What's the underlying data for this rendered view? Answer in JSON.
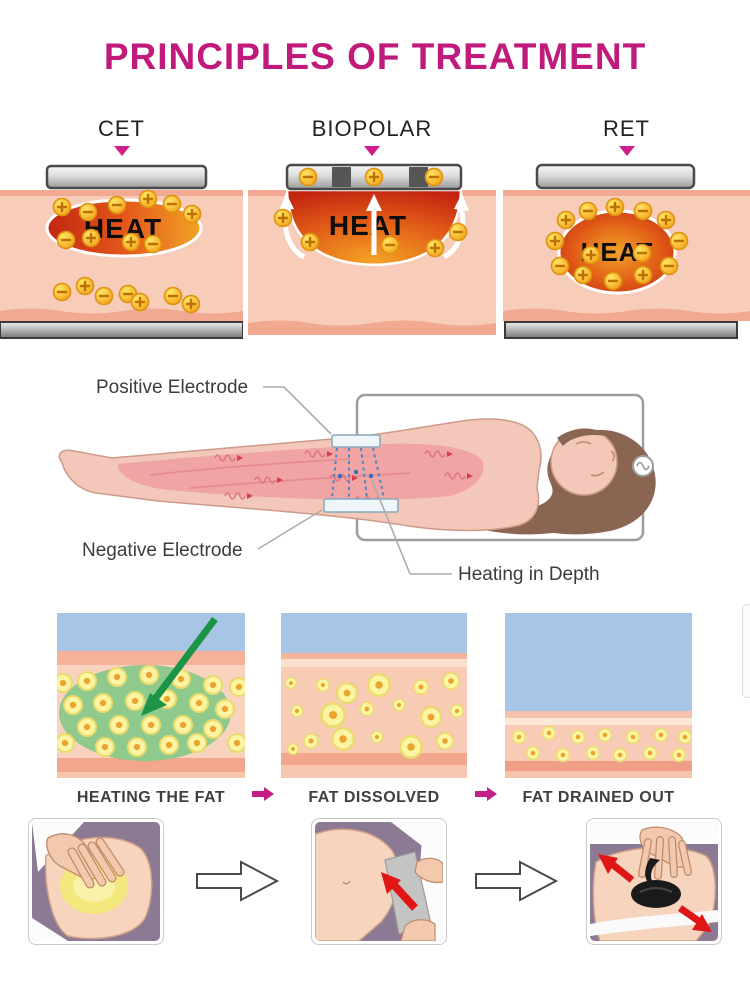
{
  "title": "PRINCIPLES OF TREATMENT",
  "treatment_modes": [
    {
      "label": "CET",
      "heat_label": "HEAT"
    },
    {
      "label": "BIOPOLAR",
      "heat_label": "HEAT"
    },
    {
      "label": "RET",
      "heat_label": "HEAT"
    }
  ],
  "body_diagram": {
    "positive_label": "Positive Electrode",
    "negative_label": "Negative Electrode",
    "heating_label": "Heating in Depth"
  },
  "fat_stages": [
    {
      "caption": "HEATING THE FAT"
    },
    {
      "caption": "FAT DISSOLVED"
    },
    {
      "caption": "FAT DRAINED OUT"
    }
  ],
  "icons": {
    "mode_pointer": "down-triangle-icon",
    "stage_arrow": "arrow-right-icon",
    "step_arrow": "outline-arrow-right-icon",
    "power_source": "ac-source-icon"
  },
  "colors": {
    "accent_magenta": "#C01B7C",
    "heat_red": "#C22613",
    "heat_orange": "#F2A327",
    "tissue_peach": "#F7CDB9",
    "fat_blue": "#A9C5E5",
    "fat_green": "#8FCA8C",
    "step_purple": "#8C7A95",
    "alert_red": "#E01616"
  }
}
